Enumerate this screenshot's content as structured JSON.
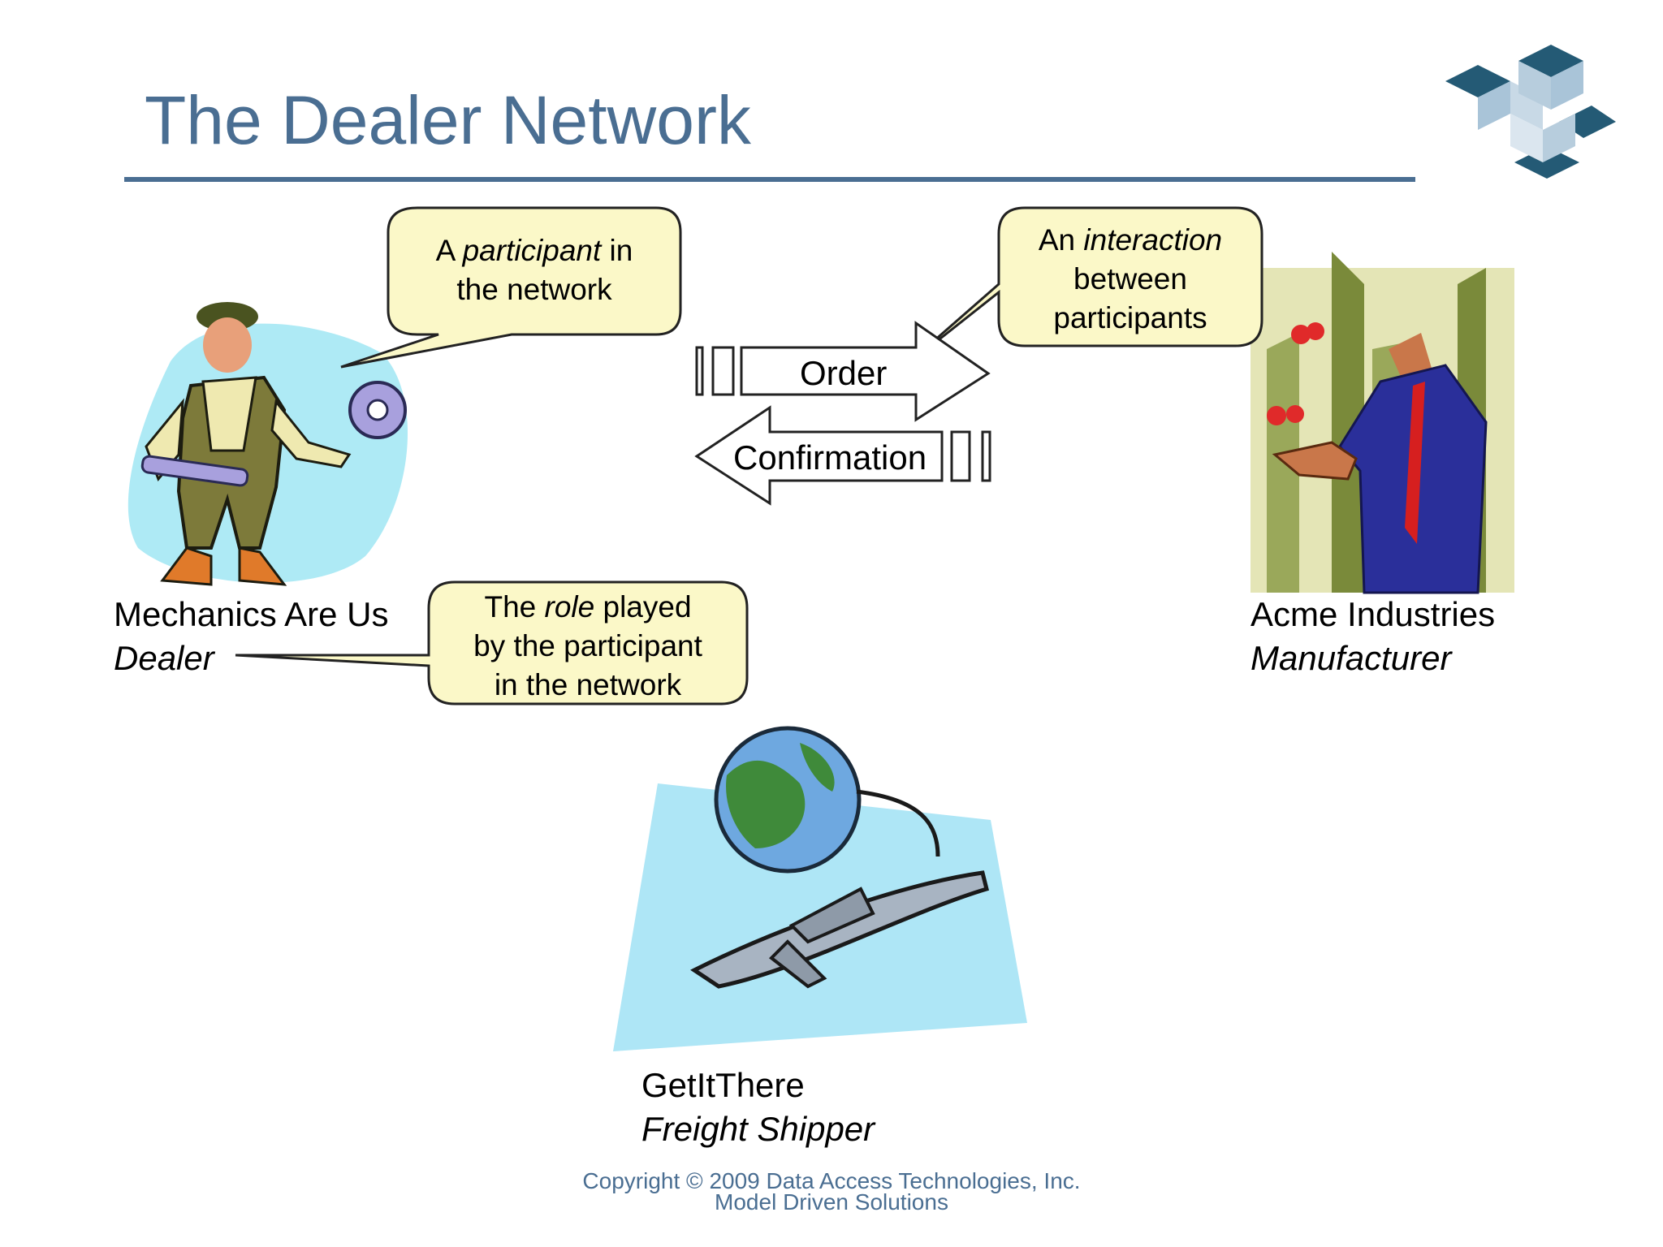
{
  "slide": {
    "title": "The Dealer Network"
  },
  "callouts": {
    "participant": {
      "prefix": "A ",
      "emph": "participant",
      "suffix": " in",
      "line2": "the network"
    },
    "interaction": {
      "prefix": "An ",
      "emph": "interaction",
      "line2": "between",
      "line3": "participants"
    },
    "role": {
      "prefix": "The ",
      "emph": "role",
      "suffix": " played",
      "line2": "by the participant",
      "line3": "in the network"
    }
  },
  "arrows": {
    "order": "Order",
    "confirmation": "Confirmation"
  },
  "participants": {
    "dealer": {
      "name": "Mechanics Are Us",
      "role": "Dealer"
    },
    "manufacturer": {
      "name": "Acme Industries",
      "role": "Manufacturer"
    },
    "shipper": {
      "name": "GetItThere",
      "role": "Freight Shipper"
    }
  },
  "footer": {
    "copyright": "Copyright © 2009 Data Access Technologies, Inc.",
    "tagline": "Model Driven Solutions"
  },
  "colors": {
    "title": "#4a6e92",
    "callout_fill": "#fbf8c8",
    "logo_dark": "#245a75",
    "logo_light": "#a9c4d8"
  }
}
